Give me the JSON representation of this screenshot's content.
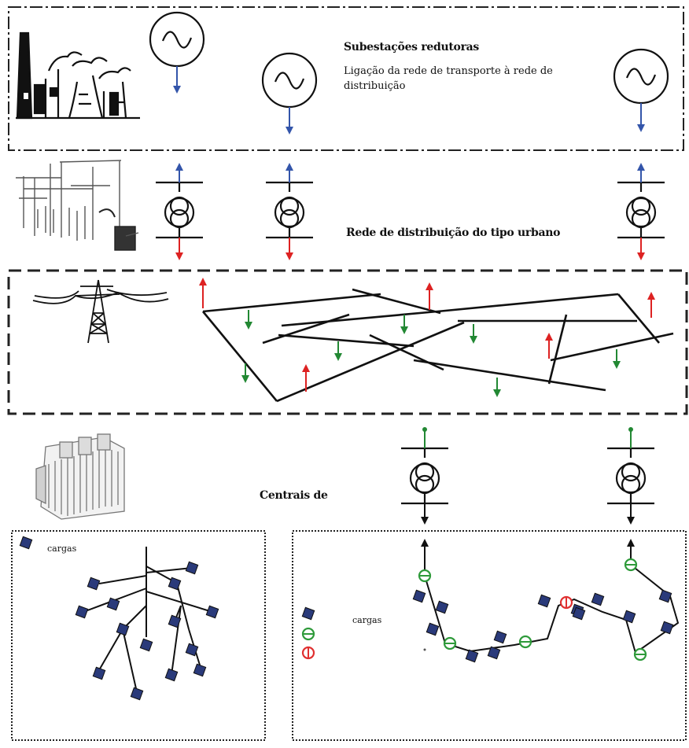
{
  "labels": {
    "substations_title": "Subestações redutoras",
    "substations_desc": "Ligação da rede de transporte à rede de distribuição",
    "urban_network": "Rede de distribuição do tipo urbano",
    "centrais": "Centrais de",
    "cargas_left": "cargas",
    "cargas_right": "cargas"
  },
  "colors": {
    "blue_arrow": "#3355aa",
    "red_arrow": "#dd2222",
    "green_arrow": "#228833",
    "load_square": "#2a3a7a",
    "green_circle": "#2e9a3a",
    "red_circle": "#e03030",
    "line": "#111111"
  },
  "icons": [
    "power-plant-icon",
    "generator-icon",
    "substation-structure-icon",
    "transformer-icon",
    "transmission-tower-icon",
    "transformer-station-icon",
    "load-square-icon",
    "green-circle-icon",
    "red-circle-icon"
  ]
}
